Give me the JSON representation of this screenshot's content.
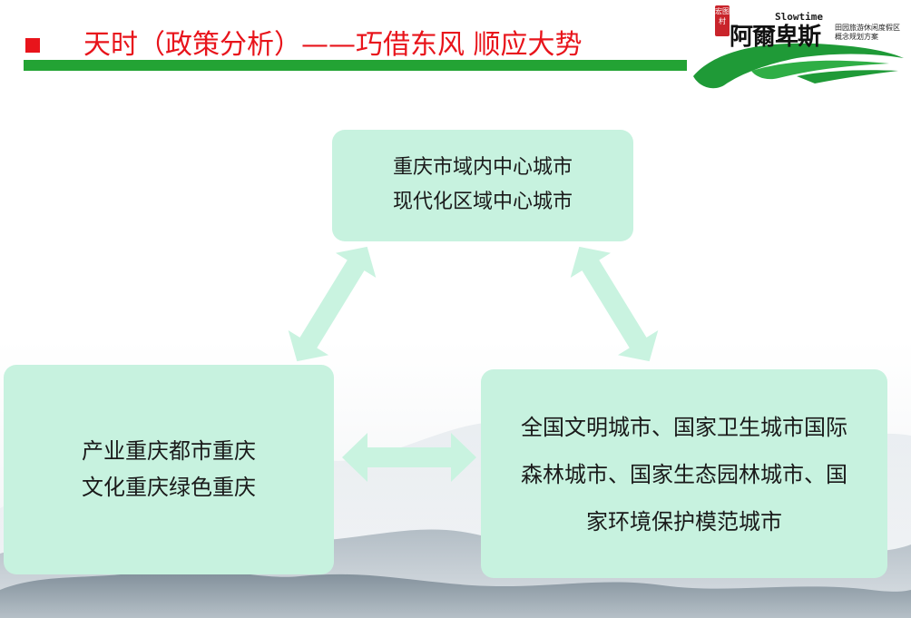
{
  "header": {
    "title": "天时（政策分析）——巧借东风 顺应大势"
  },
  "logo": {
    "seal": "宏图村",
    "english": "Slowtime",
    "chinese": "阿爾卑斯",
    "subtitle_line1": "田园旅游休闲度假区",
    "subtitle_line2": "概念规划方案"
  },
  "diagram": {
    "top_box": {
      "lines": [
        "重庆市域内中心城市",
        "现代化区域中心城市"
      ]
    },
    "left_box": {
      "lines": [
        "产业重庆都市重庆",
        "文化重庆绿色重庆"
      ]
    },
    "right_box": {
      "lines": [
        "全国文明城市、国家卫生城市国际",
        "森林城市、国家生态园林城市、国",
        "家环境保护模范城市"
      ]
    }
  },
  "colors": {
    "accent_red": "#e8141b",
    "bar_green": "#23a334",
    "box_fill": "#c7f2df",
    "arrow_fill": "#c9f3e0"
  }
}
